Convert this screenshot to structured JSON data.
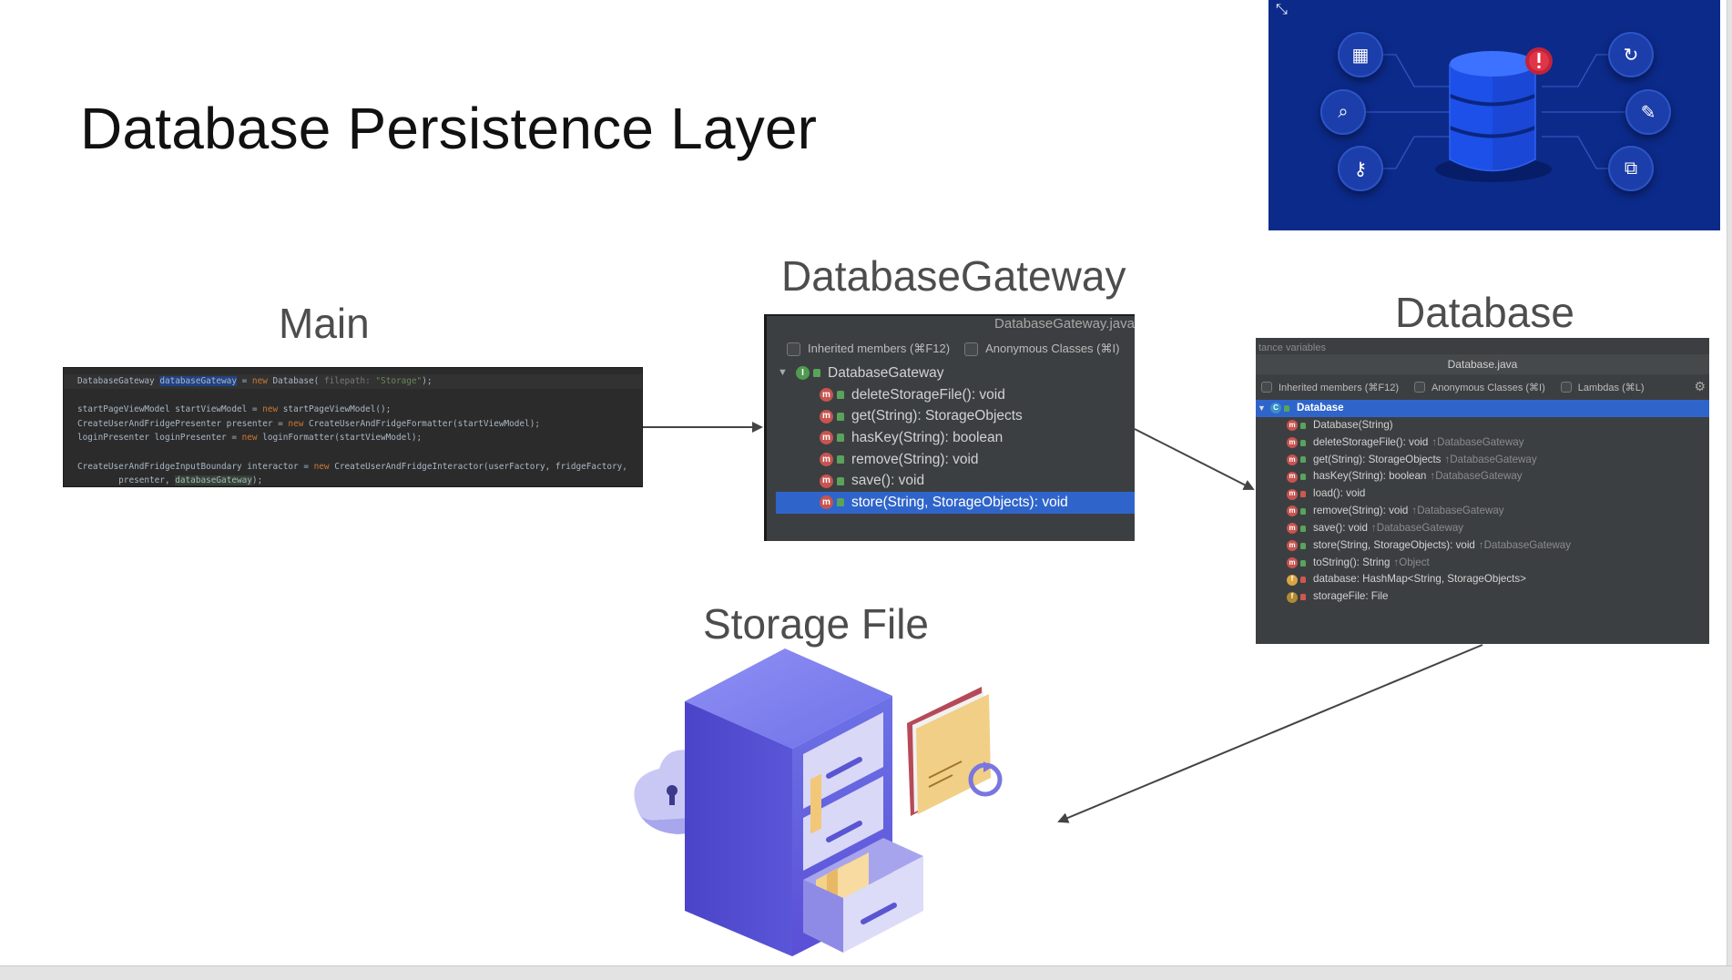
{
  "title": "Database Persistence Layer",
  "labels": {
    "main": "Main",
    "gateway": "DatabaseGateway",
    "database": "Database",
    "storage": "Storage File"
  },
  "code": {
    "l1_a": "DatabaseGateway ",
    "l1_sel": "databaseGateway",
    "l1_b": " = ",
    "l1_kw": "new",
    "l1_c": " Database( ",
    "l1_hint": "filepath: ",
    "l1_str": "\"Storage\"",
    "l1_d": ");",
    "l3_a": "startPageViewModel startViewModel = ",
    "l3_kw": "new",
    "l3_b": " startPageViewModel();",
    "l4_a": "CreateUserAndFridgePresenter presenter = ",
    "l4_kw": "new",
    "l4_b": " CreateUserAndFridgeFormatter(startViewModel);",
    "l5_a": "loginPresenter loginPresenter = ",
    "l5_kw": "new",
    "l5_b": " loginFormatter(startViewModel);",
    "l7_a": "CreateUserAndFridgeInputBoundary interactor = ",
    "l7_kw": "new",
    "l7_b": " CreateUserAndFridgeInteractor(userFactory, fridgeFactory,",
    "l8_a": "        presenter, ",
    "l8_usage": "databaseGateway",
    "l8_b": ");"
  },
  "gateway_panel": {
    "file": "DatabaseGateway.java",
    "opt_inherited": "Inherited members (⌘F12)",
    "opt_anonymous": "Anonymous Classes (⌘I)",
    "root": "DatabaseGateway",
    "root_icon": "I",
    "methods": [
      "deleteStorageFile(): void",
      "get(String): StorageObjects",
      "hasKey(String): boolean",
      "remove(String): void",
      "save(): void",
      "store(String, StorageObjects): void"
    ]
  },
  "database_panel": {
    "scroll_text": "tance variables",
    "file": "Database.java",
    "opt_inherited": "Inherited members (⌘F12)",
    "opt_anonymous": "Anonymous Classes (⌘I)",
    "opt_lambdas": "Lambdas (⌘L)",
    "root": "Database",
    "root_icon": "C",
    "members": [
      {
        "name": "Database(String)",
        "from": ""
      },
      {
        "name": "deleteStorageFile(): void",
        "from": "↑DatabaseGateway"
      },
      {
        "name": "get(String): StorageObjects",
        "from": "↑DatabaseGateway"
      },
      {
        "name": "hasKey(String): boolean",
        "from": "↑DatabaseGateway"
      },
      {
        "name": "load(): void",
        "from": ""
      },
      {
        "name": "remove(String): void",
        "from": "↑DatabaseGateway"
      },
      {
        "name": "save(): void",
        "from": "↑DatabaseGateway"
      },
      {
        "name": "store(String, StorageObjects): void",
        "from": "↑DatabaseGateway"
      },
      {
        "name": "toString(): String",
        "from": "↑Object"
      },
      {
        "name": "database: HashMap<String, StorageObjects>",
        "from": ""
      },
      {
        "name": "storageFile: File",
        "from": ""
      }
    ],
    "member_icon": "m",
    "field_icon": "f"
  },
  "colors": {
    "hero_bg": "#0c2a8a",
    "selection": "#2f65ca",
    "panel_bg": "#3c3f41",
    "editor_bg": "#2b2b2b",
    "arrow": "#444444"
  },
  "icons": {
    "hero": [
      "grid-plus-icon",
      "search-icon",
      "key-icon",
      "refresh-icon",
      "pencil-icon",
      "network-icon",
      "database-icon",
      "alert-icon"
    ],
    "storage": [
      "filing-cabinet-icon",
      "cloud-lock-icon",
      "folder-sync-icon"
    ]
  }
}
